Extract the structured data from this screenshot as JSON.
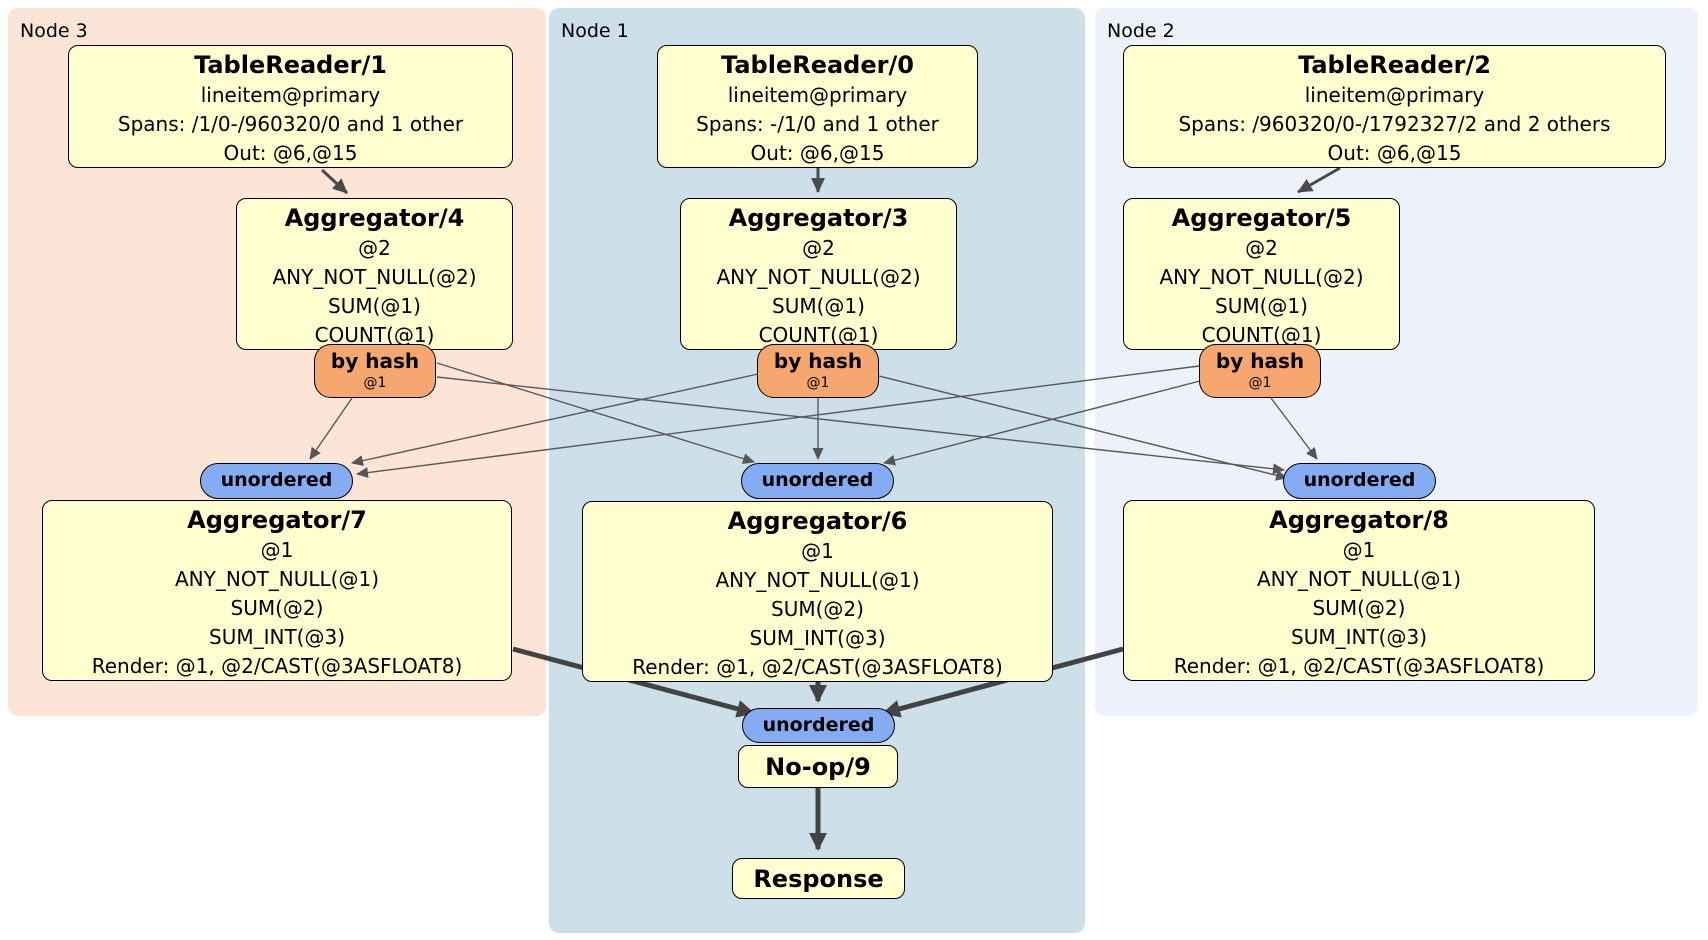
{
  "diagram": {
    "regions": {
      "node3": {
        "label": "Node 3"
      },
      "node1": {
        "label": "Node 1"
      },
      "node2": {
        "label": "Node 2"
      }
    },
    "processors": {
      "tr1": {
        "title": "TableReader/1",
        "lines": [
          "lineitem@primary",
          "Spans: /1/0-/960320/0 and 1 other",
          "Out: @6,@15"
        ]
      },
      "tr0": {
        "title": "TableReader/0",
        "lines": [
          "lineitem@primary",
          "Spans: -/1/0 and 1 other",
          "Out: @6,@15"
        ]
      },
      "tr2": {
        "title": "TableReader/2",
        "lines": [
          "lineitem@primary",
          "Spans: /960320/0-/1792327/2 and 2 others",
          "Out: @6,@15"
        ]
      },
      "agg4": {
        "title": "Aggregator/4",
        "lines": [
          "@2",
          "ANY_NOT_NULL(@2)",
          "SUM(@1)",
          "COUNT(@1)"
        ]
      },
      "agg3": {
        "title": "Aggregator/3",
        "lines": [
          "@2",
          "ANY_NOT_NULL(@2)",
          "SUM(@1)",
          "COUNT(@1)"
        ]
      },
      "agg5": {
        "title": "Aggregator/5",
        "lines": [
          "@2",
          "ANY_NOT_NULL(@2)",
          "SUM(@1)",
          "COUNT(@1)"
        ]
      },
      "agg7": {
        "title": "Aggregator/7",
        "lines": [
          "@1",
          "ANY_NOT_NULL(@1)",
          "SUM(@2)",
          "SUM_INT(@3)",
          "Render: @1, @2/CAST(@3ASFLOAT8)"
        ]
      },
      "agg6": {
        "title": "Aggregator/6",
        "lines": [
          "@1",
          "ANY_NOT_NULL(@1)",
          "SUM(@2)",
          "SUM_INT(@3)",
          "Render: @1, @2/CAST(@3ASFLOAT8)"
        ]
      },
      "agg8": {
        "title": "Aggregator/8",
        "lines": [
          "@1",
          "ANY_NOT_NULL(@1)",
          "SUM(@2)",
          "SUM_INT(@3)",
          "Render: @1, @2/CAST(@3ASFLOAT8)"
        ]
      },
      "noop": {
        "title": "No-op/9"
      },
      "response": {
        "title": "Response"
      }
    },
    "router": {
      "label": "by hash",
      "detail": "@1"
    },
    "sync": {
      "label": "unordered"
    },
    "colors": {
      "node3_bg": "#fce4d6",
      "node1_bg": "#cddfe9",
      "node2_bg": "#edf1fa",
      "processor_bg": "#ffffcf",
      "router_bg": "#f6a66f",
      "sync_bg": "#85acf2",
      "edge": "#4a4a4a"
    }
  }
}
